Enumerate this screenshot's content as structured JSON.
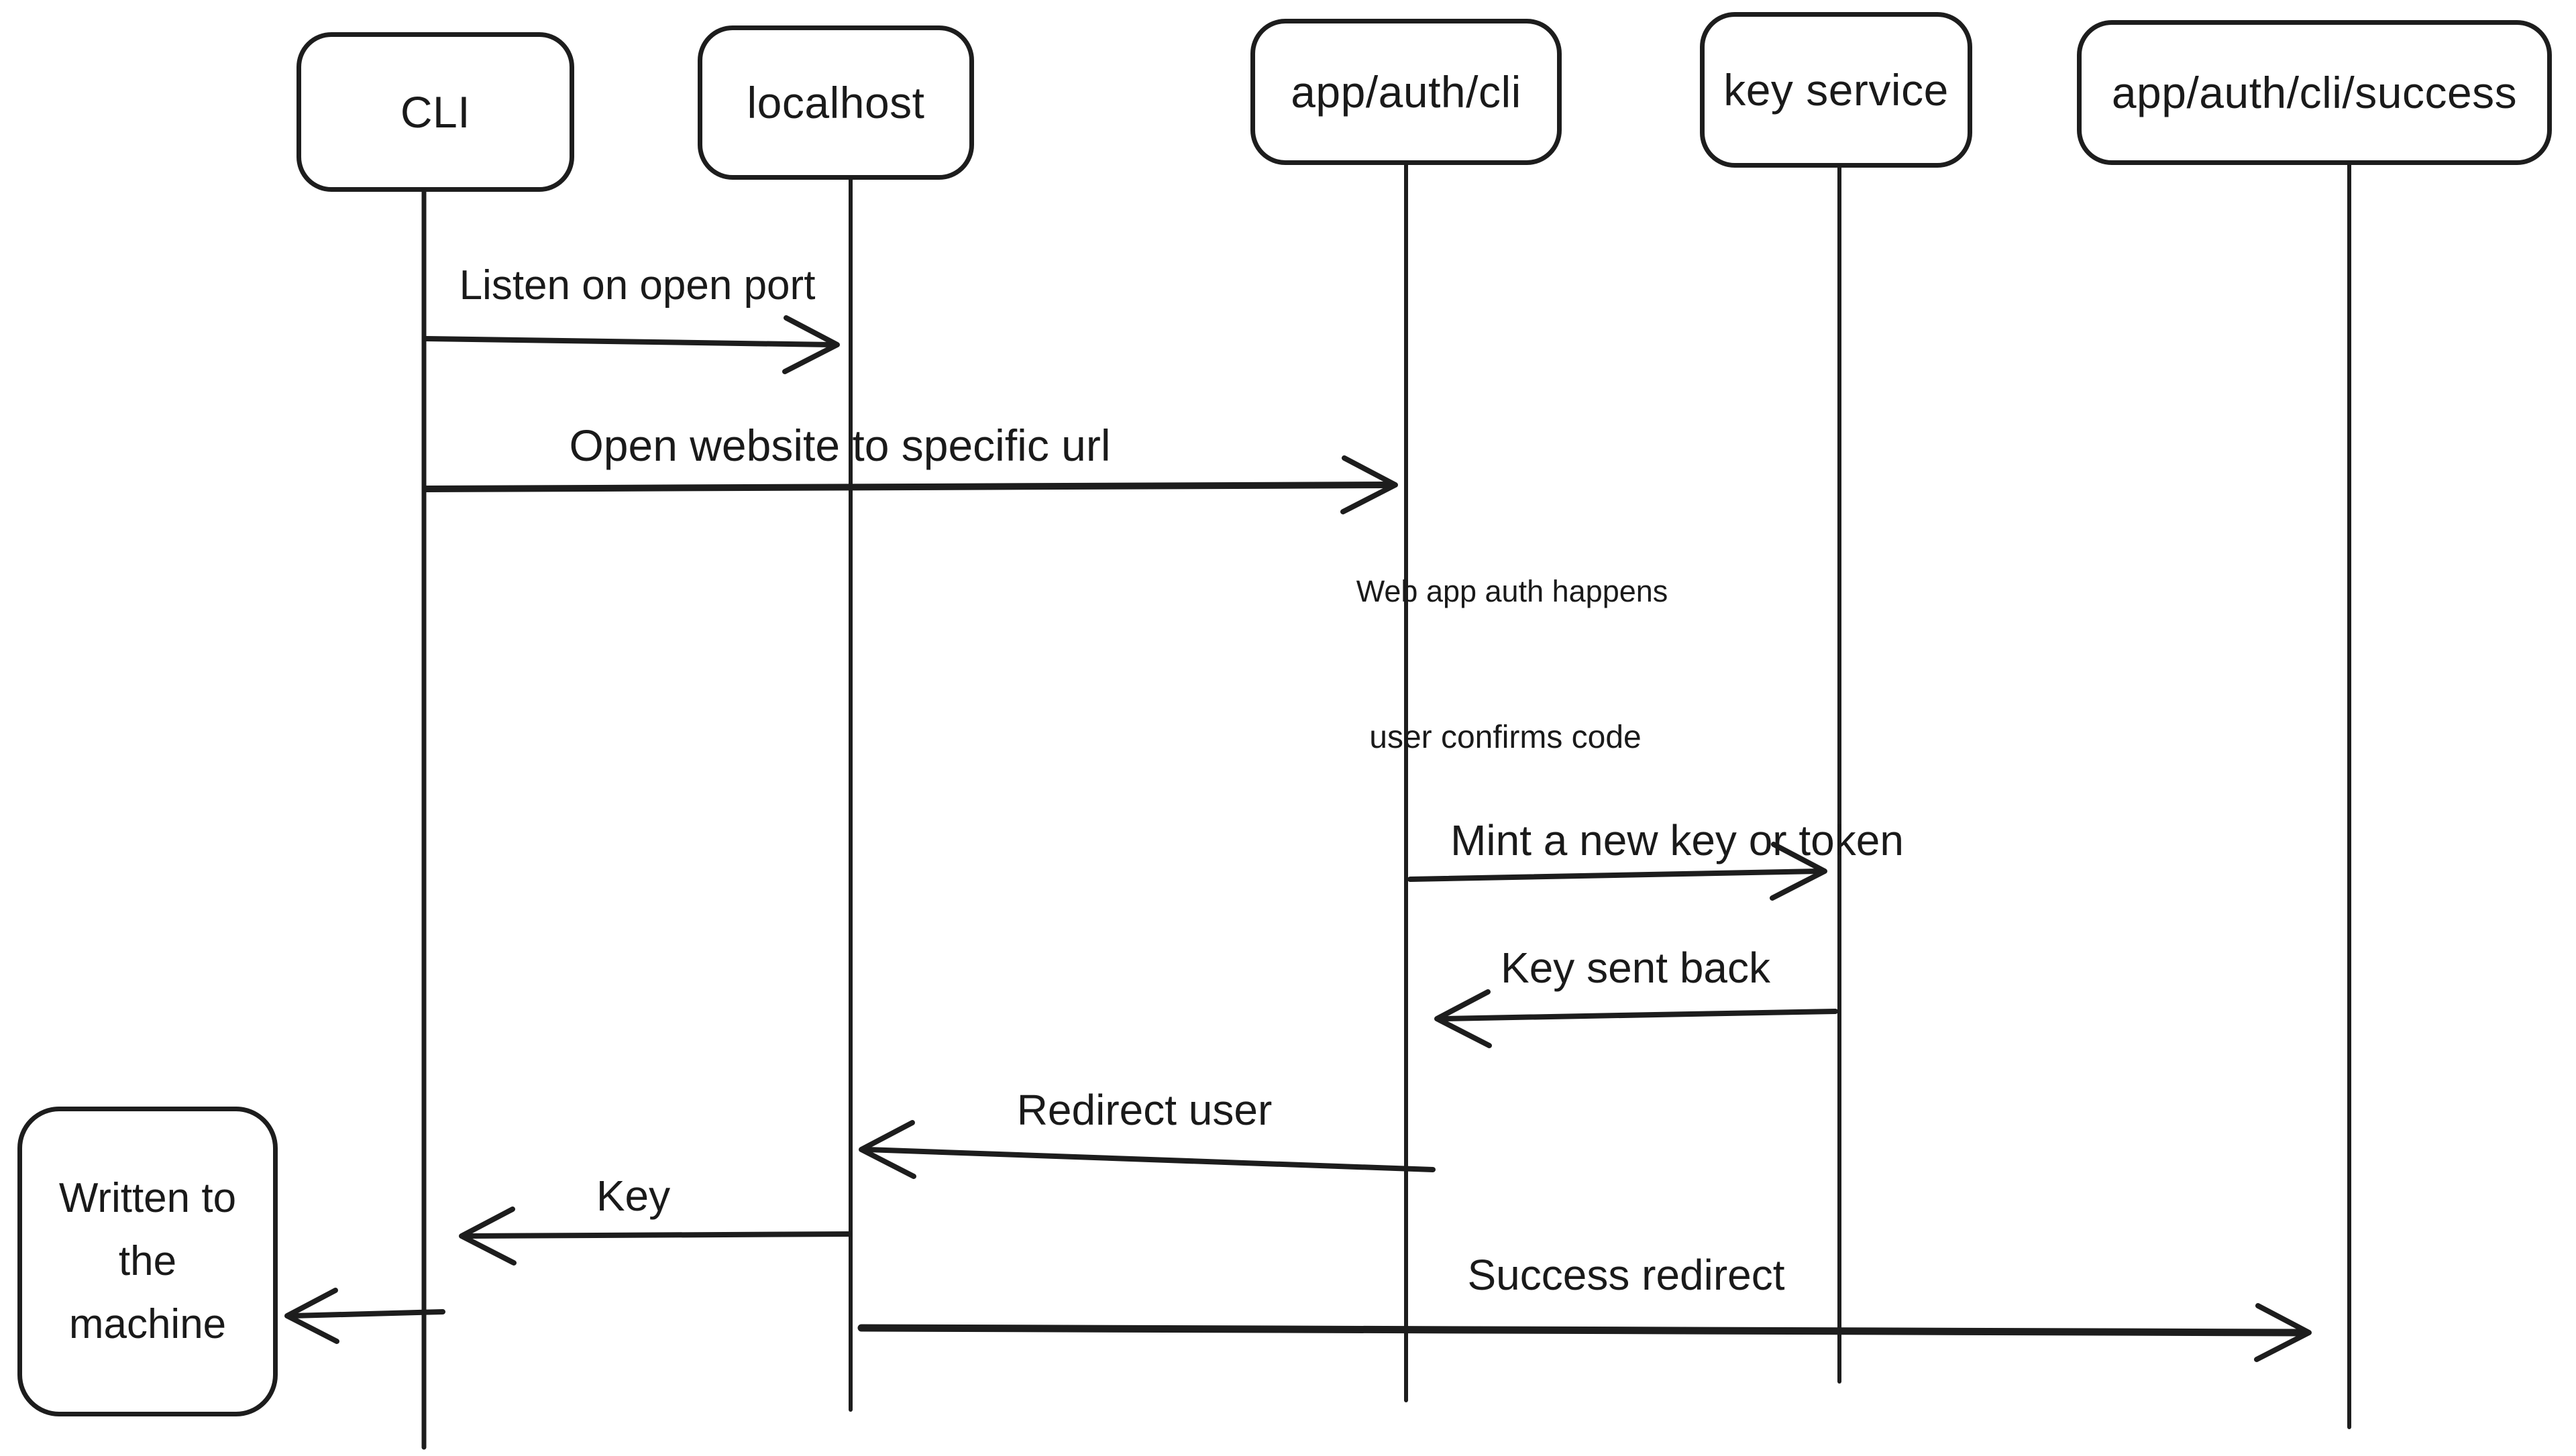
{
  "diagram": {
    "type": "sequence-diagram",
    "background_color": "#ffffff",
    "ink_color": "#1a1a1a",
    "actors": [
      {
        "label": "CLI"
      },
      {
        "label": "localhost"
      },
      {
        "label": "app/auth/cli"
      },
      {
        "label": "key service"
      },
      {
        "label": "app/auth/cli/success"
      }
    ],
    "messages": [
      {
        "label": "Listen on open port",
        "from": "CLI",
        "to": "localhost",
        "direction": "right"
      },
      {
        "label": "Open website to specific url",
        "from": "CLI",
        "to": "app/auth/cli",
        "direction": "right"
      },
      {
        "label": "Mint a new key or token",
        "from": "app/auth/cli",
        "to": "key service",
        "direction": "right"
      },
      {
        "label": "Key sent back",
        "from": "key service",
        "to": "app/auth/cli",
        "direction": "left"
      },
      {
        "label": "Redirect user",
        "from": "app/auth/cli",
        "to": "localhost",
        "direction": "left"
      },
      {
        "label": "Key",
        "from": "localhost",
        "to": "CLI",
        "direction": "left"
      },
      {
        "label": "Success redirect",
        "from": "localhost",
        "to": "app/auth/cli/success",
        "direction": "right"
      }
    ],
    "notes": [
      {
        "label": "Web app auth happens"
      },
      {
        "label": "user confirms code"
      }
    ],
    "result_box": {
      "lines": [
        "Written to",
        "the",
        "machine"
      ]
    }
  }
}
